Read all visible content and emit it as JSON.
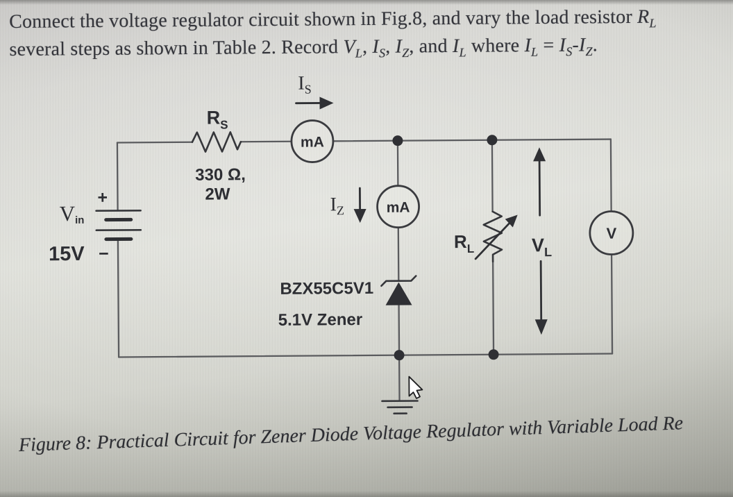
{
  "instruction": {
    "parts": [
      {
        "t": "Connect the voltage regulator circuit shown in Fig.8, and vary the load resistor "
      },
      {
        "t": "R",
        "s": "var"
      },
      {
        "t": "L",
        "s": "sub"
      },
      {
        "t": "several steps as shown in Table 2. Record ",
        "br": true
      },
      {
        "t": "V",
        "s": "var"
      },
      {
        "t": "L",
        "s": "sub"
      },
      {
        "t": ", "
      },
      {
        "t": "I",
        "s": "var"
      },
      {
        "t": "S",
        "s": "sub"
      },
      {
        "t": ", "
      },
      {
        "t": "I",
        "s": "var"
      },
      {
        "t": "Z",
        "s": "sub"
      },
      {
        "t": ", and "
      },
      {
        "t": "I",
        "s": "var"
      },
      {
        "t": "L",
        "s": "sub"
      },
      {
        "t": " where "
      },
      {
        "t": "I",
        "s": "var"
      },
      {
        "t": "L",
        "s": "sub"
      },
      {
        "t": " = "
      },
      {
        "t": "I",
        "s": "var"
      },
      {
        "t": "S",
        "s": "sub"
      },
      {
        "t": "-"
      },
      {
        "t": "I",
        "s": "var"
      },
      {
        "t": "Z",
        "s": "sub"
      },
      {
        "t": "."
      }
    ]
  },
  "caption": "Figure 8: Practical Circuit for Zener Diode Voltage Regulator with Variable Load Re",
  "circuit": {
    "source": {
      "label_base": "V",
      "label_sub": "in",
      "value": "15V",
      "plus": "+",
      "minus": "−"
    },
    "series_resistor": {
      "label_base": "R",
      "label_sub": "S",
      "value": "330 Ω,",
      "power": "2W"
    },
    "ammeter_is": {
      "label": "mA"
    },
    "ammeter_iz": {
      "label": "mA"
    },
    "voltmeter": {
      "label": "V"
    },
    "current_is": {
      "base": "I",
      "sub": "S"
    },
    "current_iz": {
      "base": "I",
      "sub": "Z"
    },
    "zener": {
      "part_number": "BZX55C5V1",
      "type": "5.1V Zener"
    },
    "load_resistor": {
      "base": "R",
      "sub": "L"
    },
    "load_voltage": {
      "base": "V",
      "sub": "L"
    }
  },
  "colors": {
    "paper": "#dfe0da",
    "ink": "#2d2e33",
    "wire": "#5a5b5e"
  }
}
